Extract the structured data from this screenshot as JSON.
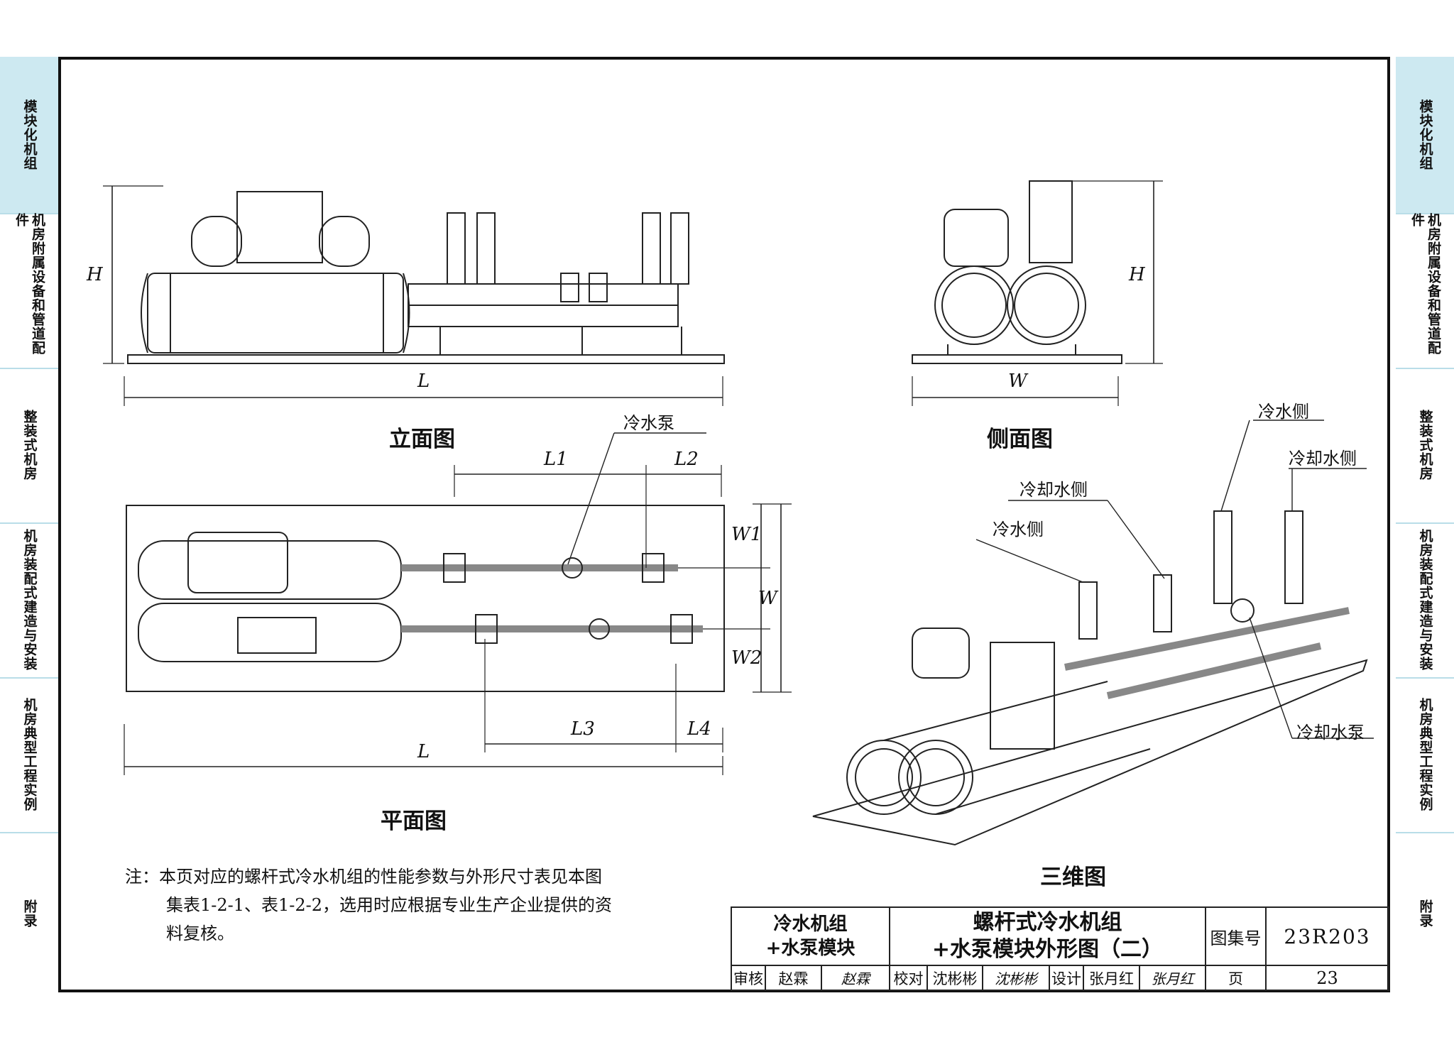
{
  "side_tabs": [
    {
      "label": "模块化机组",
      "active": true
    },
    {
      "label": "机房附属设备和管道配件",
      "active": false
    },
    {
      "label": "整装式机房",
      "active": false
    },
    {
      "label": "机房装配式建造与安装",
      "active": false
    },
    {
      "label": "机房典型工程实例",
      "active": false
    },
    {
      "label": "附录",
      "active": false
    }
  ],
  "views": {
    "elevation": {
      "title": "立面图",
      "height_label": "H",
      "length_label": "L"
    },
    "side": {
      "title": "侧面图",
      "height_label": "H",
      "width_label": "W"
    },
    "plan": {
      "title": "平面图",
      "l1": "L1",
      "l2": "L2",
      "l3": "L3",
      "l4": "L4",
      "w1": "W1",
      "w2": "W2",
      "w": "W",
      "l": "L",
      "callout_pump": "冷水泵"
    },
    "iso": {
      "title": "三维图",
      "chilled_side_1": "冷水侧",
      "chilled_side_2": "冷水侧",
      "cooling_side_1": "冷却水侧",
      "cooling_side_2": "冷却水侧",
      "cooling_pump": "冷却水泵"
    }
  },
  "note": {
    "line1": "注：本页对应的螺杆式冷水机组的性能参数与外形尺寸表见本图",
    "line2": "集表1-2-1、表1-2-2，选用时应根据专业生产企业提供的资",
    "line3": "料复核。"
  },
  "title_block": {
    "category_line1": "冷水机组",
    "category_line2": "+水泵模块",
    "title_line1": "螺杆式冷水机组",
    "title_line2": "+水泵模块外形图（二）",
    "atlas_label": "图集号",
    "atlas_no": "23R203",
    "review_label": "审核",
    "review_name": "赵霖",
    "check_label": "校对",
    "check_name": "沈彬彬",
    "design_label": "设计",
    "design_name": "张月红",
    "page_label": "页",
    "page_no": "23"
  }
}
